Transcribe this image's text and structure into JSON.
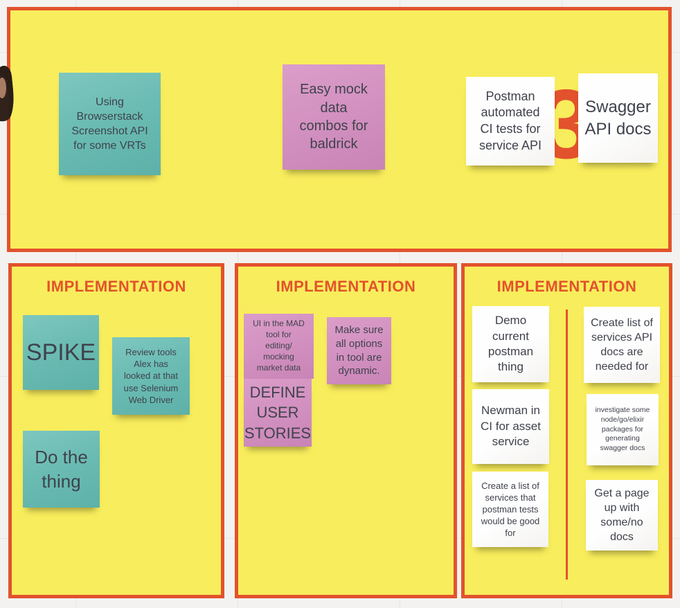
{
  "colors": {
    "accent": "#e2522d",
    "panel_yellow": "#f8ed5c",
    "note_teal": "#6bbcb3",
    "note_pink": "#d392c1",
    "note_white": "#fcfcfc",
    "note_text": "#3f424c",
    "board_bg": "#f3f2f0"
  },
  "top_section": {
    "big_number": "3",
    "notes": {
      "browserstack": "Using\nBrowserstack\nScreenshot API\nfor some VRTs",
      "easy_mock": "Easy mock\ndata\ncombos for\nbaldrick",
      "postman_ci": "Postman\nautomated\nCI tests for\nservice API",
      "swagger": "Swagger\nAPI docs"
    }
  },
  "implementation_left": {
    "title": "IMPLEMENTATION",
    "notes": {
      "spike": "SPIKE",
      "review": "Review tools\nAlex has\nlooked at that\nuse Selenium\nWeb Driver",
      "do_the_thing": "Do the\nthing"
    }
  },
  "implementation_middle": {
    "title": "IMPLEMENTATION",
    "notes": {
      "ui_mad": "UI in the MAD\ntool for\nediting/\nmocking\nmarket data",
      "define_user_stories": "DEFINE\nUSER\nSTORIES",
      "make_sure": "Make sure\nall options\nin tool are\ndynamic."
    }
  },
  "implementation_right": {
    "title": "IMPLEMENTATION",
    "notes": {
      "demo": "Demo\ncurrent\npostman\nthing",
      "create_list": "Create list of\nservices API\ndocs are\nneeded for",
      "newman": "Newman in\nCI for asset\nservice",
      "investigate": "investigate some\nnode/go/elixir\npackages for\ngenerating\nswagger docs",
      "create_a_list": "Create a list of\nservices that\npostman tests\nwould be good\nfor",
      "get_page": "Get a page\nup with\nsome/no\ndocs"
    }
  }
}
